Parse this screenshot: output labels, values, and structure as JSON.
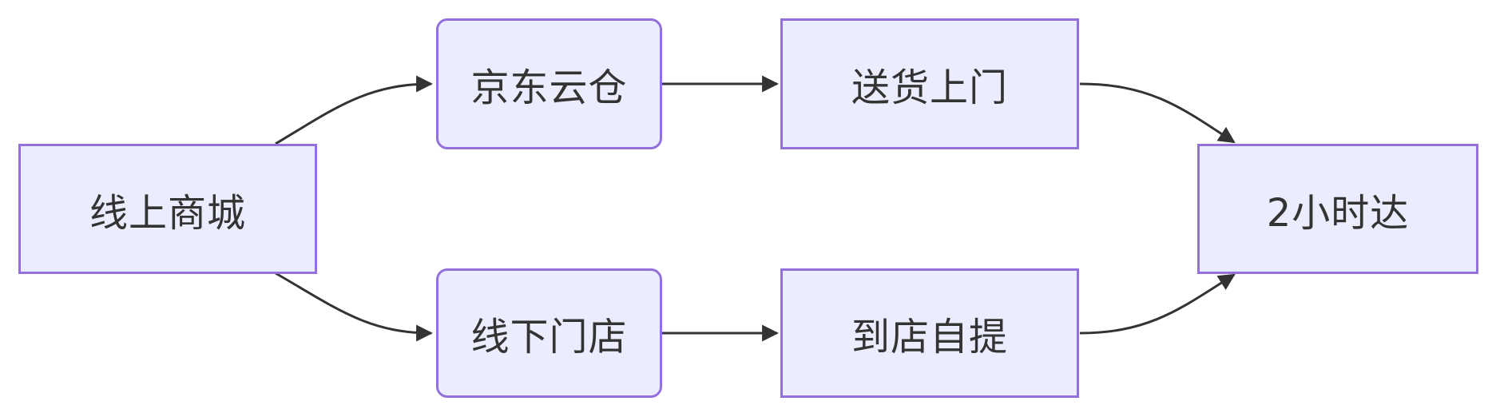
{
  "nodes": {
    "online_mall": "线上商城",
    "jd_cloud_warehouse": "京东云仓",
    "home_delivery": "送货上门",
    "offline_store": "线下门店",
    "store_pickup": "到店自提",
    "two_hour_delivery": "2小时达"
  },
  "colors": {
    "node_fill": "#ececff",
    "node_border": "#9370db",
    "edge": "#333333",
    "text": "#333333"
  }
}
